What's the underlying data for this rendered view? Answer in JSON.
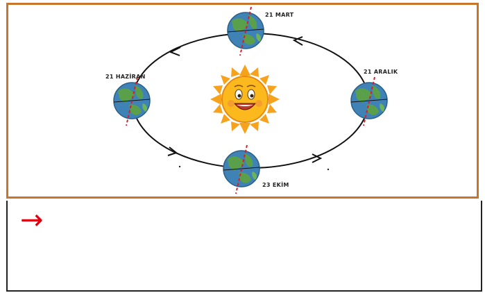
{
  "diagram": {
    "labels": {
      "march": "21 MART",
      "june": "21 HAZİRAN",
      "september": "23 EKİM",
      "december": "21 ARALIK"
    },
    "colors": {
      "frame": "#c8742a",
      "orbit": "#111111",
      "axis": "#d81e2a",
      "ocean": "#3f83b6",
      "land": "#5aa04a",
      "sun": "#f6a21c"
    }
  },
  "answer_area": {
    "arrow_icon": "→"
  }
}
